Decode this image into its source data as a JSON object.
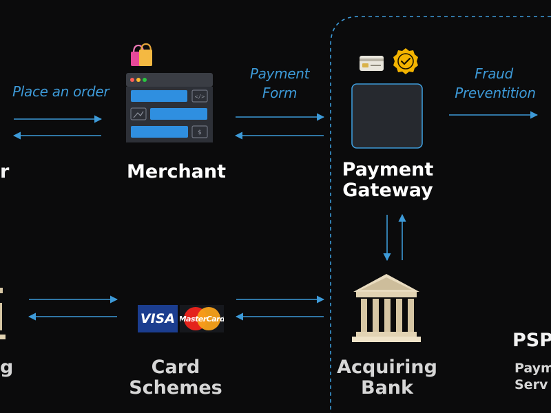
{
  "edges": {
    "place_order": "Place an order",
    "payment_form_line1": "Payment",
    "payment_form_line2": "Form",
    "fraud_line1": "Fraud",
    "fraud_line2": "Preventition"
  },
  "nodes": {
    "customer_partial": "r",
    "merchant": "Merchant",
    "gateway_line1": "Payment",
    "gateway_line2": "Gateway",
    "card_schemes_line1": "Card",
    "card_schemes_line2": "Schemes",
    "acquiring_line1": "Acquiring",
    "acquiring_line2": "Bank",
    "issuing_partial": "g",
    "psp_partial": "PSP",
    "psp_sub_line1": "Paym",
    "psp_sub_line2": "Serv"
  },
  "logos": {
    "visa": "VISA",
    "mastercard": "MasterCard"
  },
  "colors": {
    "background": "#0b0b0c",
    "arrow": "#3d9ad8",
    "label": "#ffffff",
    "dashed_border": "#3d9ad8",
    "server_bar": "#2f8fe0",
    "gateway_box_border": "#3d9ad8"
  }
}
